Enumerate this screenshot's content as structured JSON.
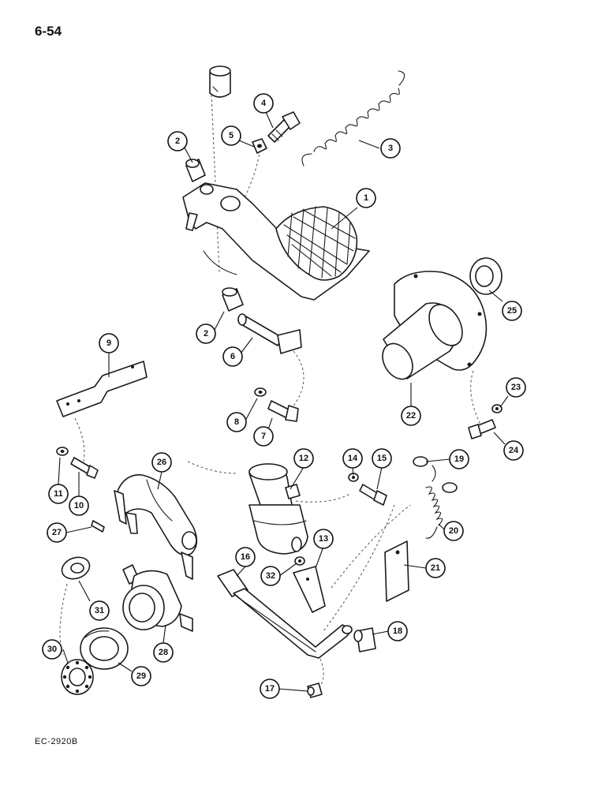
{
  "page": {
    "number": "6-54",
    "figure_code": "EC-2920B"
  },
  "callouts": [
    {
      "id": "c1",
      "label": "1"
    },
    {
      "id": "c2a",
      "label": "2"
    },
    {
      "id": "c2b",
      "label": "2"
    },
    {
      "id": "c3",
      "label": "3"
    },
    {
      "id": "c4",
      "label": "4"
    },
    {
      "id": "c5",
      "label": "5"
    },
    {
      "id": "c6",
      "label": "6"
    },
    {
      "id": "c7",
      "label": "7"
    },
    {
      "id": "c8",
      "label": "8"
    },
    {
      "id": "c9",
      "label": "9"
    },
    {
      "id": "c10",
      "label": "10"
    },
    {
      "id": "c11",
      "label": "11"
    },
    {
      "id": "c12",
      "label": "12"
    },
    {
      "id": "c13",
      "label": "13"
    },
    {
      "id": "c14",
      "label": "14"
    },
    {
      "id": "c15",
      "label": "15"
    },
    {
      "id": "c16",
      "label": "16"
    },
    {
      "id": "c17",
      "label": "17"
    },
    {
      "id": "c18",
      "label": "18"
    },
    {
      "id": "c19",
      "label": "19"
    },
    {
      "id": "c20",
      "label": "20"
    },
    {
      "id": "c21",
      "label": "21"
    },
    {
      "id": "c22",
      "label": "22"
    },
    {
      "id": "c23",
      "label": "23"
    },
    {
      "id": "c24",
      "label": "24"
    },
    {
      "id": "c25",
      "label": "25"
    },
    {
      "id": "c26",
      "label": "26"
    },
    {
      "id": "c27",
      "label": "27"
    },
    {
      "id": "c28",
      "label": "28"
    },
    {
      "id": "c29",
      "label": "29"
    },
    {
      "id": "c30",
      "label": "30"
    },
    {
      "id": "c31",
      "label": "31"
    },
    {
      "id": "c32",
      "label": "32"
    }
  ]
}
